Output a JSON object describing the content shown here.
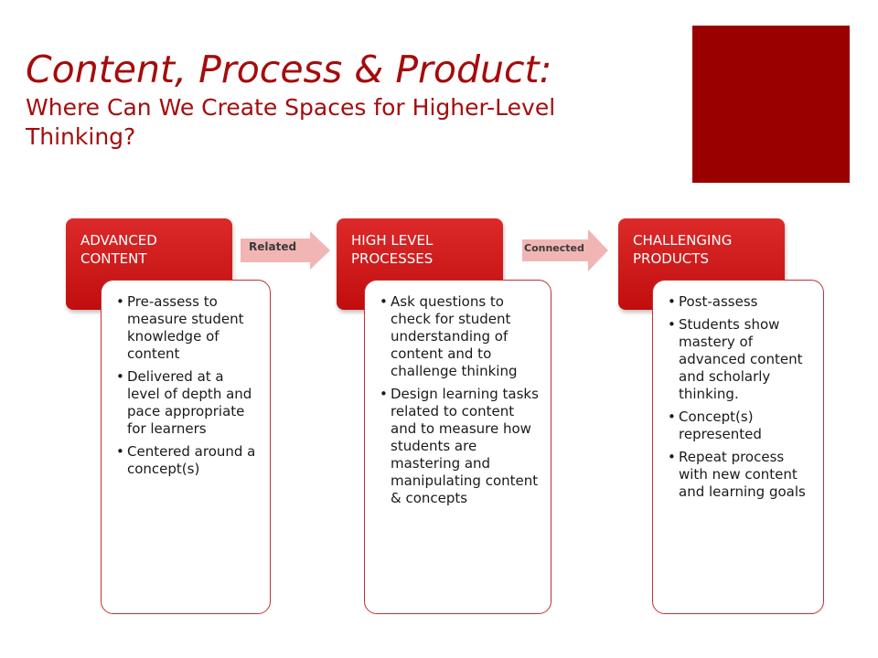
{
  "slide": {
    "title": "Content, Process & Product:",
    "subtitle": "Where Can We Create Spaces for Higher-Level Thinking?"
  },
  "colors": {
    "accent": "#9b0000",
    "title": "#a50c0c",
    "header": "#cc1616",
    "arrow": "#f1b6b3"
  },
  "columns": [
    {
      "header": "ADVANCED CONTENT",
      "items": [
        "Pre-assess to measure student knowledge of content",
        "Delivered at a level of depth and pace appropriate for learners",
        "Centered around a concept(s)"
      ]
    },
    {
      "header": "HIGH LEVEL PROCESSES",
      "items": [
        "Ask questions to check for student understanding of content and to challenge thinking",
        "Design learning tasks related to content and to measure how students are mastering and manipulating content & concepts"
      ]
    },
    {
      "header": "CHALLENGING PRODUCTS",
      "items": [
        "Post-assess",
        "Students show mastery of advanced content and scholarly thinking.",
        "Concept(s) represented",
        "Repeat process with new content and learning goals"
      ]
    }
  ],
  "connectors": [
    {
      "label": "Related"
    },
    {
      "label": "Connected"
    }
  ]
}
